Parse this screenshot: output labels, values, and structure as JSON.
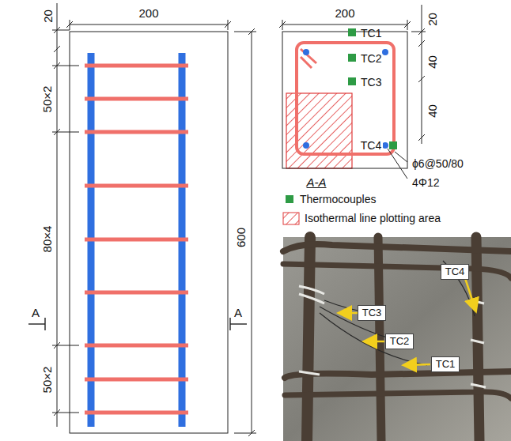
{
  "diagram": {
    "nodes": [
      {
        "text": [
          "TC4"
        ]
      },
      {
        "text": [
          "TC3"
        ]
      },
      {
        "text": [
          "TC2"
        ]
      },
      {
        "text": [
          "TC1"
        ]
      }
    ],
    "labels": [
      "200",
      "20",
      "50×2",
      "80×4",
      "50×2",
      "A",
      "600",
      "A",
      "200",
      "20",
      "40",
      "40",
      "TC1",
      "TC2",
      "TC3",
      "TC4",
      "A-A",
      "ϕ6@50/80",
      "4Φ12"
    ],
    "legend": [
      {
        "text": "Thermocouples",
        "color": "#2e9b45"
      },
      {
        "text": "Isothermal line plotting area"
      }
    ]
  }
}
